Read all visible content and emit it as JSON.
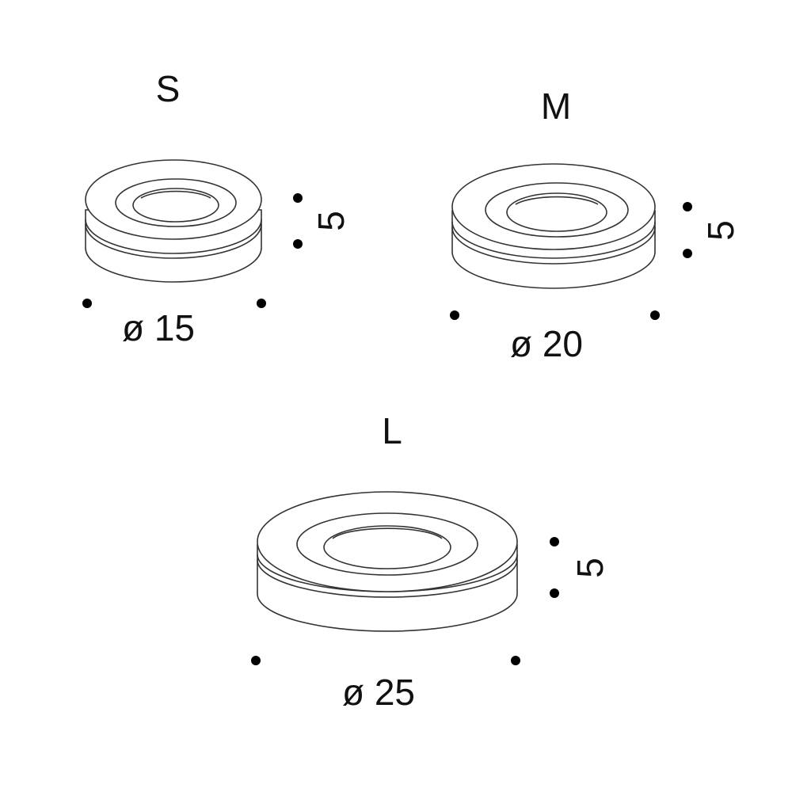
{
  "colors": {
    "line": "#333333",
    "text": "#111111",
    "dot": "#000000",
    "background": "#ffffff"
  },
  "items": [
    {
      "size_label": "S",
      "diameter_label": "ø 15",
      "height_label": "5"
    },
    {
      "size_label": "M",
      "diameter_label": "ø 20",
      "height_label": "5"
    },
    {
      "size_label": "L",
      "diameter_label": "ø 25",
      "height_label": "5"
    }
  ]
}
